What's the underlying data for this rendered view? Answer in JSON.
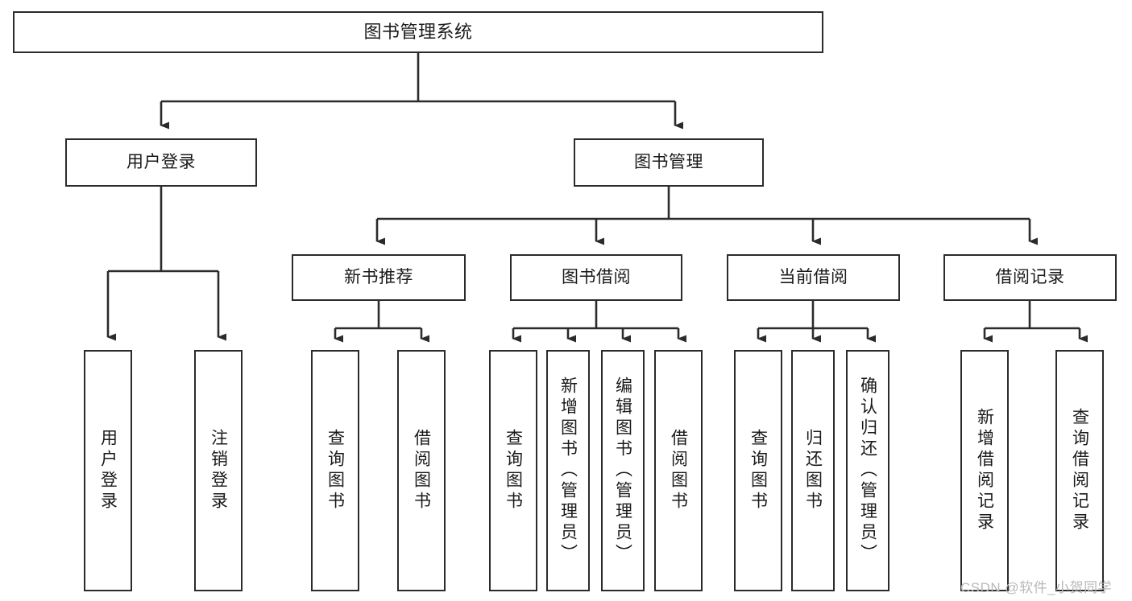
{
  "diagram": {
    "title": "图书管理系统",
    "type": "tree-hierarchy-chart",
    "colors": {
      "background": "#ffffff",
      "box_border": "#2b2b2b",
      "box_fill": "#ffffff",
      "connector": "#2b2b2b",
      "text": "#1a1a1a",
      "watermark": "#b9b9b9"
    },
    "nodes": {
      "root": {
        "label": "图书管理系统"
      },
      "level2": [
        {
          "label": "用户登录"
        },
        {
          "label": "图书管理"
        }
      ],
      "level3": [
        {
          "label": "新书推荐"
        },
        {
          "label": "图书借阅"
        },
        {
          "label": "当前借阅"
        },
        {
          "label": "借阅记录"
        }
      ],
      "leaves": {
        "user_login": [
          {
            "label": "用户登录"
          },
          {
            "label": "注销登录"
          }
        ],
        "new_book_recommend": [
          {
            "label": "查询图书"
          },
          {
            "label": "借阅图书"
          }
        ],
        "book_borrow": [
          {
            "label": "查询图书"
          },
          {
            "label": "新增图书（管理员）"
          },
          {
            "label": "编辑图书（管理员）"
          },
          {
            "label": "借阅图书"
          }
        ],
        "current_borrow": [
          {
            "label": "查询图书"
          },
          {
            "label": "归还图书"
          },
          {
            "label": "确认归还（管理员）"
          }
        ],
        "borrow_records": [
          {
            "label": "新增借阅记录"
          },
          {
            "label": "查询借阅记录"
          }
        ]
      }
    },
    "watermark": "CSDN @软件_小贺同学"
  }
}
